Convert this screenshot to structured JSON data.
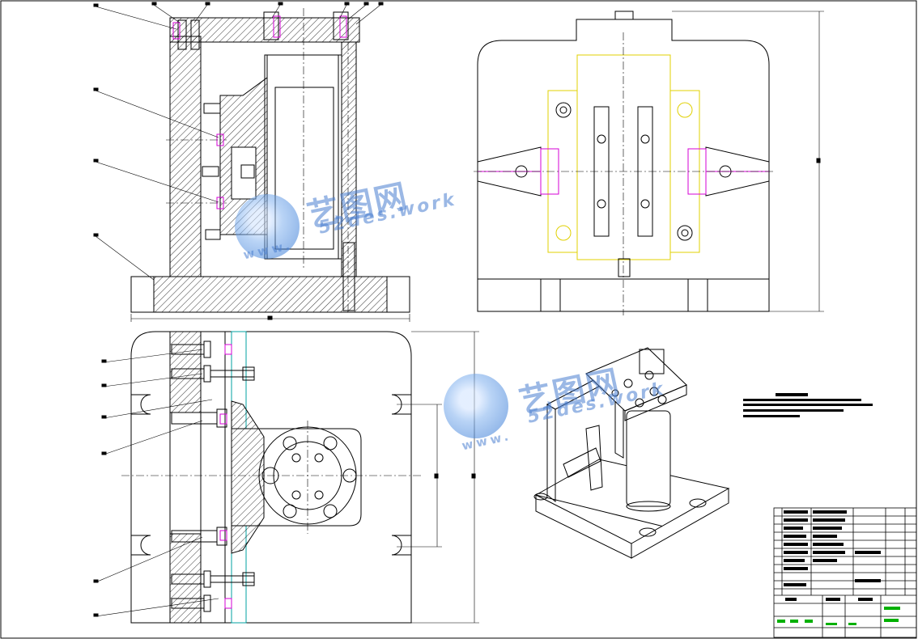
{
  "watermark": {
    "brand": "艺图网",
    "url": "52des.work",
    "www": "www."
  },
  "colors": {
    "line": "#000000",
    "hatch": "#000000",
    "centerline": "#000000",
    "magenta": "#d600d6",
    "yellow": "#e0d000",
    "green": "#00b000",
    "watermark_blue": "#4a7fd0"
  }
}
